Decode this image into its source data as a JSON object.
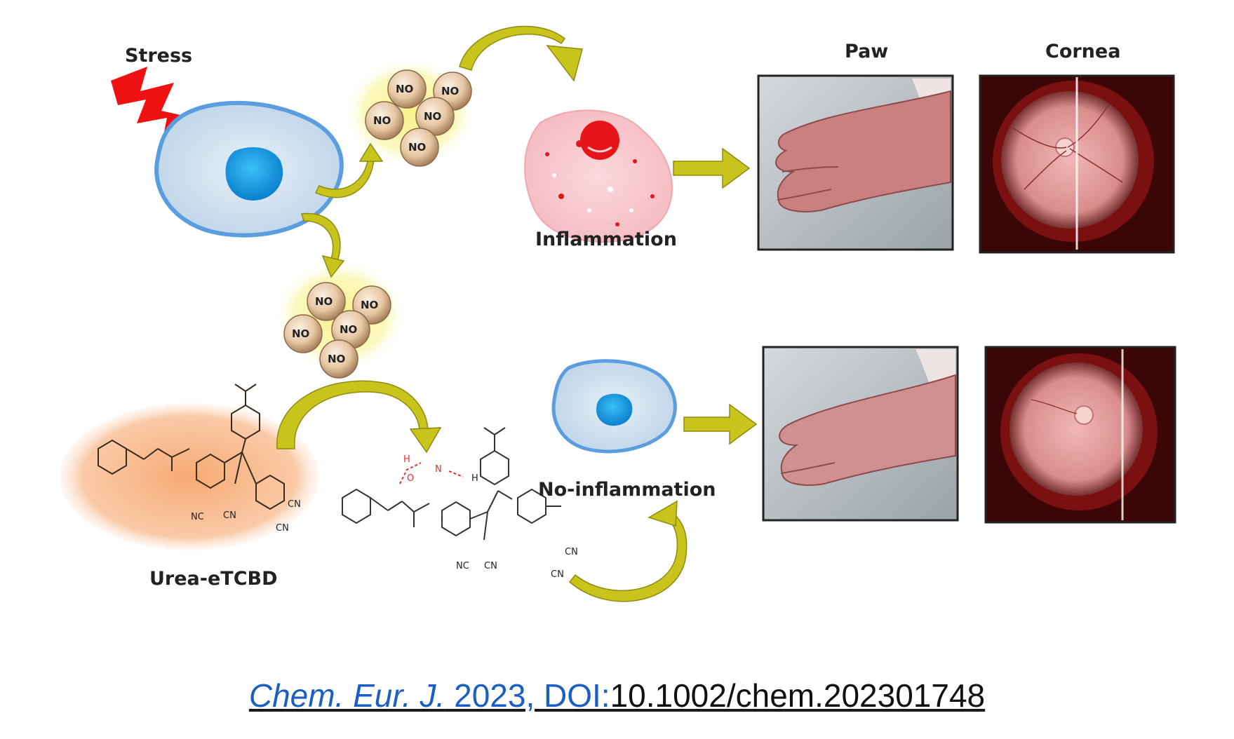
{
  "labels": {
    "stress": "Stress",
    "no": "NO",
    "inflammation": "Inflammation",
    "no_inflammation": "No-inflammation",
    "paw": "Paw",
    "cornea": "Cornea",
    "probe": "Urea-eTCBD"
  },
  "chem_labels": {
    "cn": "CN",
    "nc": "NC",
    "h": "H",
    "o": "O",
    "n": "N"
  },
  "citation": {
    "journal": "Chem. Eur. J.",
    "year_doi_prefix": " 2023, DOI:",
    "doi": "10.1002/chem.202301748"
  },
  "colors": {
    "arrow": "#c8c41c",
    "cell_fill": "#d4e4f2",
    "cell_border": "#4a8fd8",
    "nucleus": "#1a9be0",
    "no_ball": "#e8c8a8",
    "no_glow": "#f4ee7a",
    "inflamed_cell": "#f7c9cf",
    "inflamed_nucleus": "#e8141a",
    "bolt": "#f01212",
    "probe_glow": "#f6a46a",
    "link": "#1c5fc4"
  }
}
